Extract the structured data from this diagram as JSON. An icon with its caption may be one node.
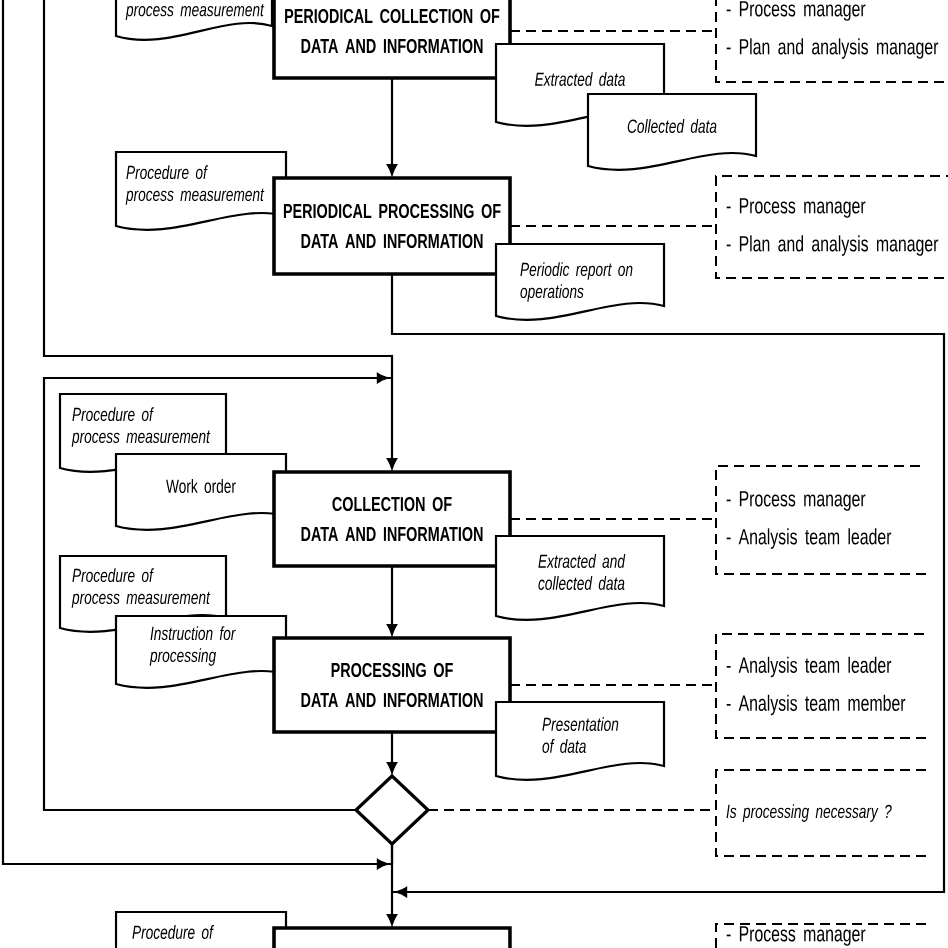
{
  "diagram": {
    "nodes": [
      {
        "text": [
          "process measurement"
        ]
      },
      {
        "text": [
          "PERIODICAL COLLECTION OF DATA AND INFORMATION"
        ]
      },
      {
        "text": [
          "- Process manager",
          "- Plan and analysis manager"
        ]
      },
      {
        "text": [
          "Extracted data"
        ]
      },
      {
        "text": [
          "Collected data"
        ]
      },
      {
        "text": [
          "Procedure of process measurement"
        ]
      },
      {
        "text": [
          "PERIODICAL PROCESSING OF DATA AND INFORMATION"
        ]
      },
      {
        "text": [
          "- Process manager",
          "- Plan and analysis manager"
        ]
      },
      {
        "text": [
          "Periodic report on operations"
        ]
      },
      {
        "text": [
          "Procedure of process measurement"
        ]
      },
      {
        "text": [
          "Work order"
        ]
      },
      {
        "text": [
          "COLLECTION OF DATA AND INFORMATION"
        ]
      },
      {
        "text": [
          "- Process manager",
          "- Analysis team leader"
        ]
      },
      {
        "text": [
          "Extracted and collected data"
        ]
      },
      {
        "text": [
          "Procedure of process measurement"
        ]
      },
      {
        "text": [
          "Instruction for processing"
        ]
      },
      {
        "text": [
          "PROCESSING OF DATA AND INFORMATION"
        ]
      },
      {
        "text": [
          "- Analysis team leader",
          "- Analysis team member"
        ]
      },
      {
        "text": [
          "Presentation of data"
        ]
      },
      {
        "text": [],
        "shape": "diamond"
      },
      {
        "text": [
          "Is processing necessary ?"
        ]
      },
      {
        "text": [
          "Procedure of"
        ]
      },
      {
        "text": [],
        "shape": "box"
      },
      {
        "text": [
          "- Process manager"
        ]
      }
    ],
    "edges": [
      {
        "from": 1,
        "to": 2,
        "arrow": "none",
        "style": "dashed"
      },
      {
        "from": 1,
        "to": 6,
        "arrow": "to"
      },
      {
        "from": 6,
        "to": 7,
        "arrow": "none",
        "style": "dashed"
      },
      {
        "from": 6,
        "to": 22,
        "arrow": "to"
      },
      {
        "from": null,
        "to": 11,
        "arrow": "to"
      },
      {
        "from": 19,
        "to": 11,
        "arrow": "to"
      },
      {
        "from": 11,
        "to": 12,
        "arrow": "none",
        "style": "dashed"
      },
      {
        "from": 11,
        "to": 16,
        "arrow": "to"
      },
      {
        "from": 16,
        "to": 17,
        "arrow": "none",
        "style": "dashed"
      },
      {
        "from": 16,
        "to": 19,
        "arrow": "to"
      },
      {
        "from": 19,
        "to": 20,
        "arrow": "none",
        "style": "dashed"
      },
      {
        "from": null,
        "to": 22,
        "arrow": "to"
      },
      {
        "from": 19,
        "to": 22,
        "arrow": "to"
      }
    ]
  }
}
